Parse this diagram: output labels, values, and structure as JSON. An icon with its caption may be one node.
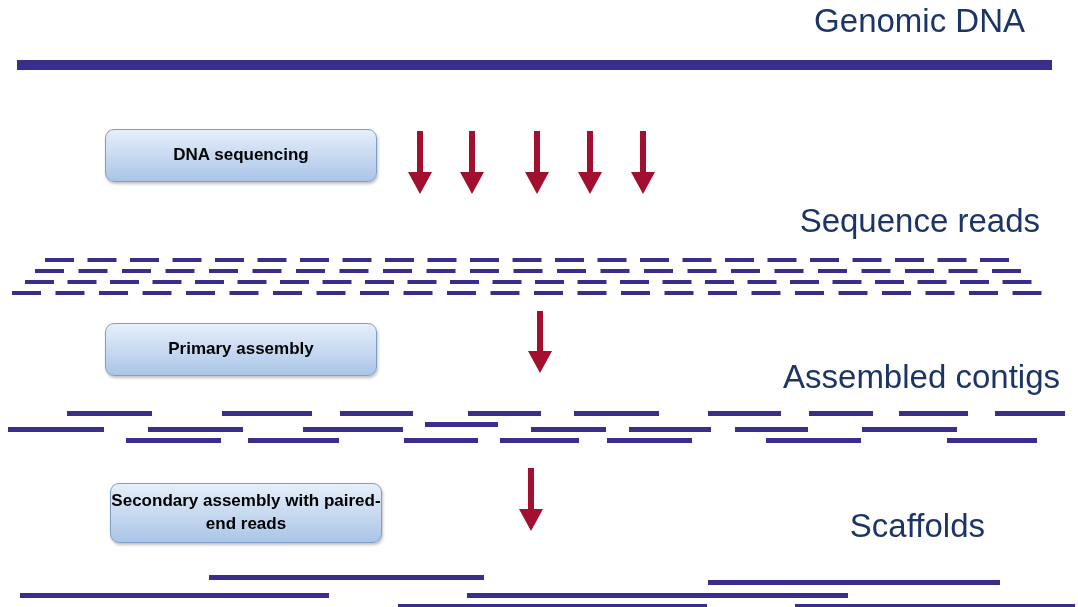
{
  "diagram": {
    "nodes": [
      {
        "text": [
          "DNA sequencing"
        ]
      },
      {
        "text": [
          "Primary assembly"
        ]
      },
      {
        "text": [
          "Secondary assembly with paired-end reads"
        ]
      }
    ],
    "labels": [
      "Genomic DNA",
      "Sequence reads",
      "Assembled contigs",
      "Scaffolds"
    ]
  }
}
